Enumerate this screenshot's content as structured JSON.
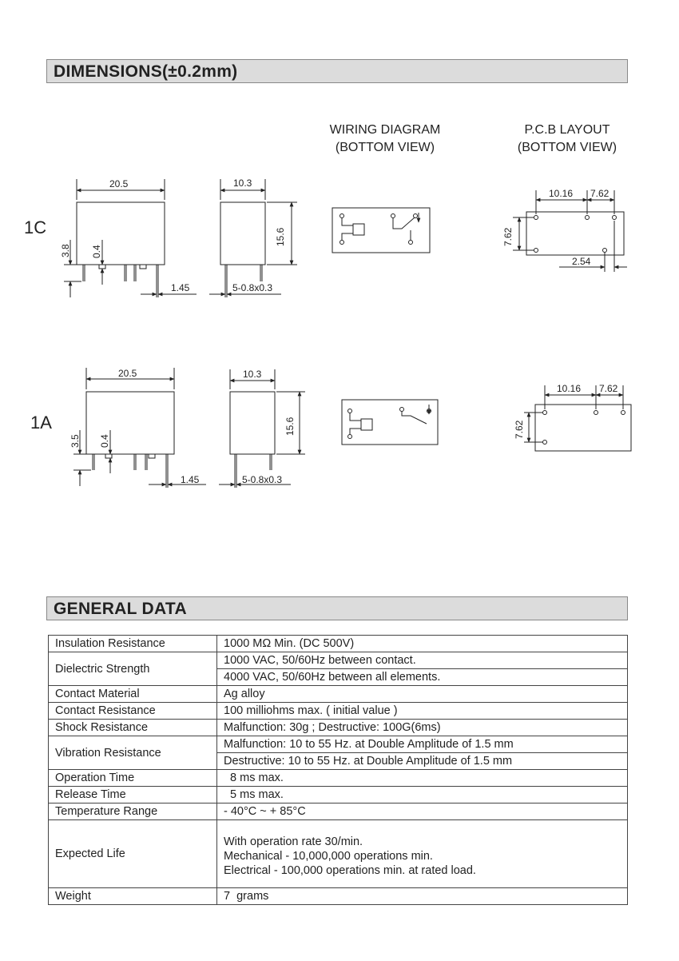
{
  "dimensions": {
    "title": "DIMENSIONS(±0.2mm)",
    "wiring_caption": [
      "WIRING DIAGRAM",
      "(BOTTOM VIEW)"
    ],
    "pcb_caption": [
      "P.C.B LAYOUT",
      "(BOTTOM VIEW)"
    ],
    "variants": [
      {
        "label": "1C",
        "width": "20.5",
        "depth": "10.3",
        "height": "15.6",
        "pin_length": "3.8",
        "pin_gap": "0.4",
        "pin_width": "1.45",
        "pin_spec": "5-0.8x0.3",
        "pcb_pitch_a": "10.16",
        "pcb_pitch_b": "7.62",
        "pcb_row": "7.62",
        "pcb_offset": "2.54"
      },
      {
        "label": "1A",
        "width": "20.5",
        "depth": "10.3",
        "height": "15.6",
        "pin_length": "3.5",
        "pin_gap": "0.4",
        "pin_width": "1.45",
        "pin_spec": "5-0.8x0.3",
        "pcb_pitch_a": "10.16",
        "pcb_pitch_b": "7.62",
        "pcb_row": "7.62"
      }
    ]
  },
  "general_data": {
    "title": "GENERAL DATA",
    "rows": [
      {
        "label": "Insulation Resistance",
        "values": [
          "1000 MΩ Min. (DC 500V)"
        ]
      },
      {
        "label": "Dielectric Strength",
        "values": [
          "1000 VAC, 50/60Hz between contact.",
          "4000 VAC, 50/60Hz between all elements."
        ],
        "split": true
      },
      {
        "label": "Contact Material",
        "values": [
          "Ag alloy"
        ]
      },
      {
        "label": "Contact Resistance",
        "values": [
          "100 milliohms max. ( initial value )"
        ]
      },
      {
        "label": "Shock Resistance",
        "values": [
          "Malfunction: 30g ; Destructive: 100G(6ms)"
        ]
      },
      {
        "label": "Vibration Resistance",
        "values": [
          "Malfunction: 10 to 55 Hz. at Double Amplitude of 1.5 mm",
          "Destructive: 10 to 55 Hz. at Double Amplitude of 1.5 mm"
        ],
        "split": true
      },
      {
        "label": "Operation Time",
        "values": [
          "  8 ms max."
        ]
      },
      {
        "label": "Release Time",
        "values": [
          "  5 ms max."
        ]
      },
      {
        "label": "Temperature Range",
        "values": [
          "- 40°C ~ + 85°C"
        ]
      },
      {
        "label": "Expected Life",
        "values": [
          "With operation rate 30/min.",
          "Mechanical - 10,000,000 operations min.",
          "Electrical - 100,000 operations min. at rated load."
        ],
        "tall": true
      },
      {
        "label": "Weight",
        "values": [
          "7  grams"
        ]
      }
    ]
  }
}
